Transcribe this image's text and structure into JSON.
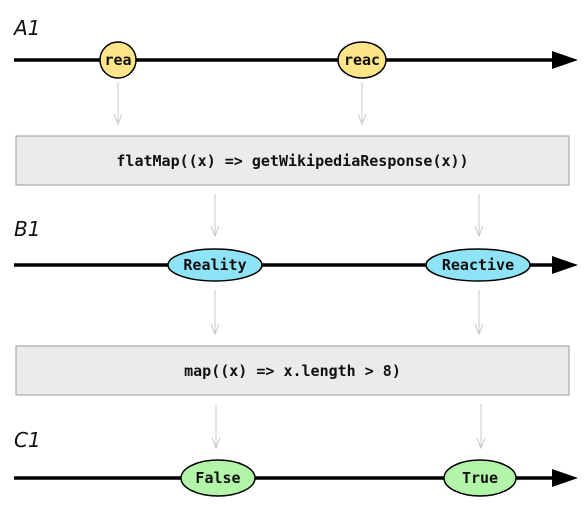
{
  "streams": {
    "a1": {
      "label": "A1",
      "color": "#ffe48a",
      "marbles": [
        "rea",
        "reac"
      ]
    },
    "b1": {
      "label": "B1",
      "color": "#8fe3f7",
      "marbles": [
        "Reality",
        "Reactive"
      ]
    },
    "c1": {
      "label": "C1",
      "color": "#b2f5a8",
      "marbles": [
        "False",
        "True"
      ]
    }
  },
  "operators": {
    "flatmap": "flatMap((x) => getWikipediaResponse(x))",
    "map": "map((x) => x.length > 8)"
  }
}
